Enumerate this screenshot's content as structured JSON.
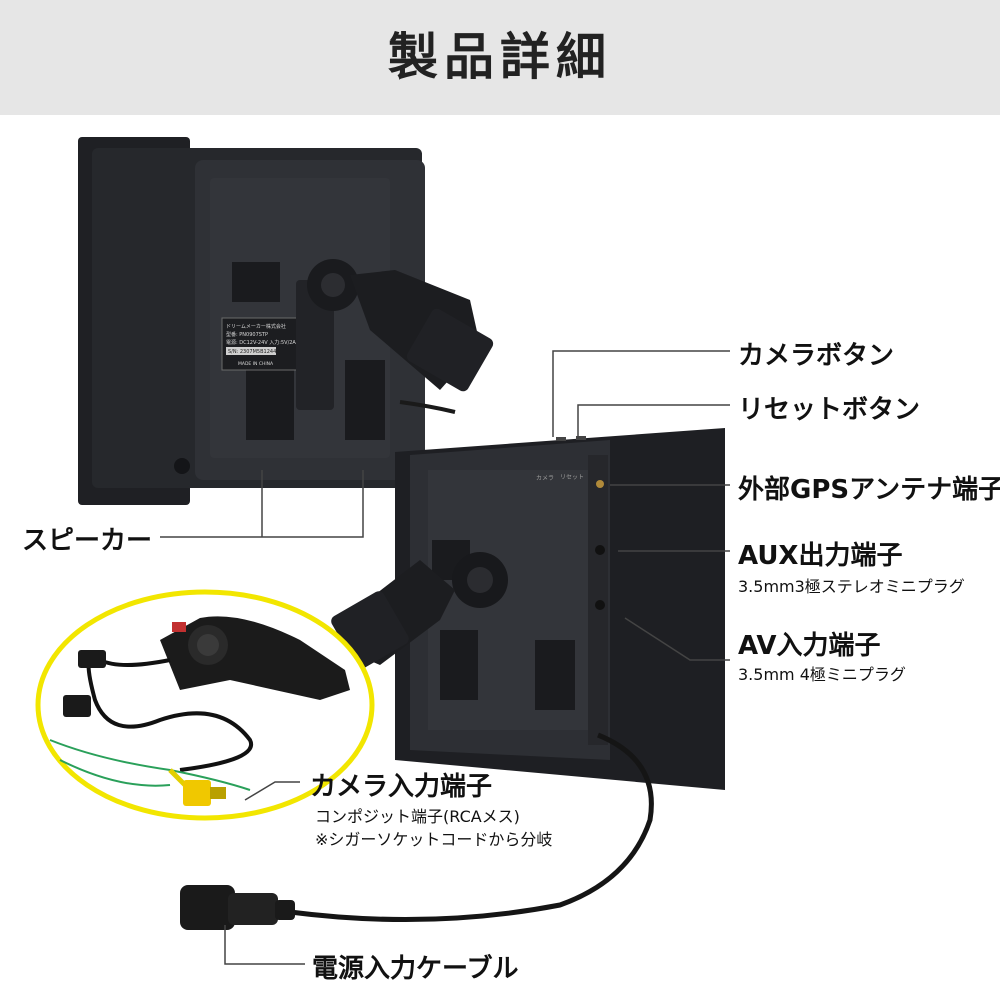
{
  "header": {
    "title": "製品詳細"
  },
  "labels": {
    "camera_button": "カメラボタン",
    "reset_button": "リセットボタン",
    "gps_port": "外部GPSアンテナ端子",
    "aux_port": "AUX出力端子",
    "aux_port_sub": "3.5mm3極ステレオミニプラグ",
    "av_port": "AV入力端子",
    "av_port_sub": "3.5mm 4極ミニプラグ",
    "speaker": "スピーカー",
    "camera_input": "カメラ入力端子",
    "camera_input_sub1": "コンポジット端子(RCAメス)",
    "camera_input_sub2": "※シガーソケットコードから分岐",
    "power_cable": "電源入力ケーブル"
  },
  "device_back_print": {
    "line1": "ドリームメーカー株式会社",
    "line2": "型番: PN0907STP",
    "line3": "電源: DC12V-24V 入力:5V/2A",
    "line4": "S/N: 2307M5B1244",
    "line5": "MADE IN CHINA",
    "cam_mark": "カメラ",
    "reset_mark": "リセット"
  },
  "colors": {
    "header_bg": "#e6e6e6",
    "accent_circle": "#f2e600",
    "device": "#2b2d31"
  }
}
